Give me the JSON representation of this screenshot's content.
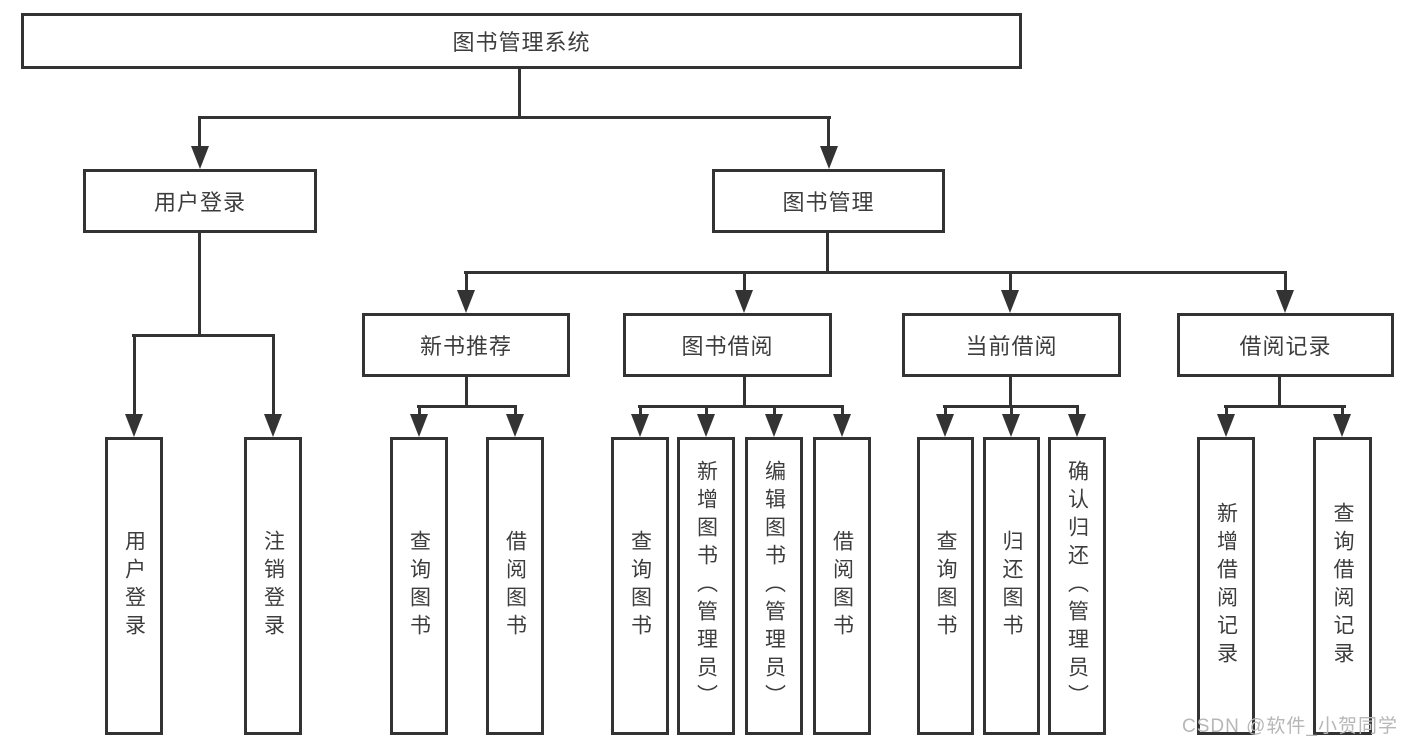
{
  "diagram": {
    "title": "图书管理系统",
    "root": {
      "label": "图书管理系统"
    },
    "level1": [
      {
        "label": "用户登录"
      },
      {
        "label": "图书管理"
      }
    ],
    "level2": [
      {
        "label": "新书推荐",
        "parent": "图书管理"
      },
      {
        "label": "图书借阅",
        "parent": "图书管理"
      },
      {
        "label": "当前借阅",
        "parent": "图书管理"
      },
      {
        "label": "借阅记录",
        "parent": "图书管理"
      }
    ],
    "leaves": [
      {
        "label": "用户登录",
        "parent": "用户登录"
      },
      {
        "label": "注销登录",
        "parent": "用户登录"
      },
      {
        "label": "查询图书",
        "parent": "新书推荐"
      },
      {
        "label": "借阅图书",
        "parent": "新书推荐"
      },
      {
        "label": "查询图书",
        "parent": "图书借阅"
      },
      {
        "label": "新增图书（管理员）",
        "parent": "图书借阅"
      },
      {
        "label": "编辑图书（管理员）",
        "parent": "图书借阅"
      },
      {
        "label": "借阅图书",
        "parent": "图书借阅"
      },
      {
        "label": "查询图书",
        "parent": "当前借阅"
      },
      {
        "label": "归还图书",
        "parent": "当前借阅"
      },
      {
        "label": "确认归还（管理员）",
        "parent": "当前借阅"
      },
      {
        "label": "新增借阅记录",
        "parent": "借阅记录"
      },
      {
        "label": "查询借阅记录",
        "parent": "借阅记录"
      }
    ],
    "colors": {
      "line": "#333333",
      "text": "#3d3d3d",
      "background": "#ffffff"
    }
  },
  "watermark": {
    "text": "CSDN @软件_小贺同学",
    "color": "#b7b7b7"
  }
}
